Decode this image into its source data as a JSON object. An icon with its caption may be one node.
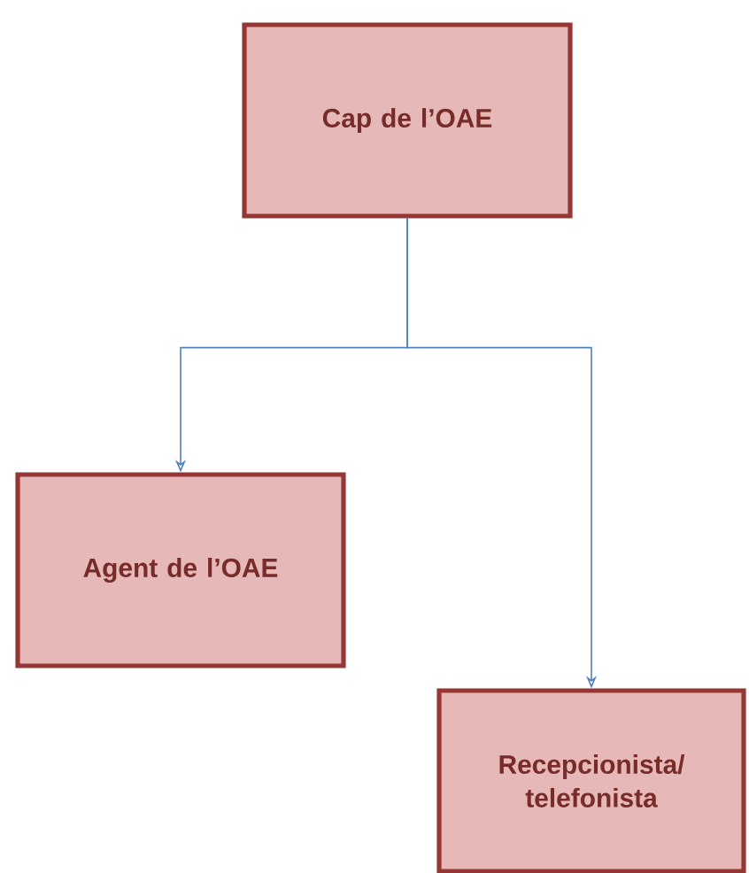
{
  "diagram": {
    "nodes": [
      {
        "text": [
          "Cap de l’OAE"
        ]
      },
      {
        "text": [
          "Agent de l’OAE"
        ]
      },
      {
        "text": [
          "Recepcionista/ telefonista"
        ]
      }
    ],
    "edges": [
      {
        "from": 0,
        "to": 1,
        "arrow": "to"
      },
      {
        "from": 0,
        "to": 2,
        "arrow": "to"
      }
    ]
  }
}
